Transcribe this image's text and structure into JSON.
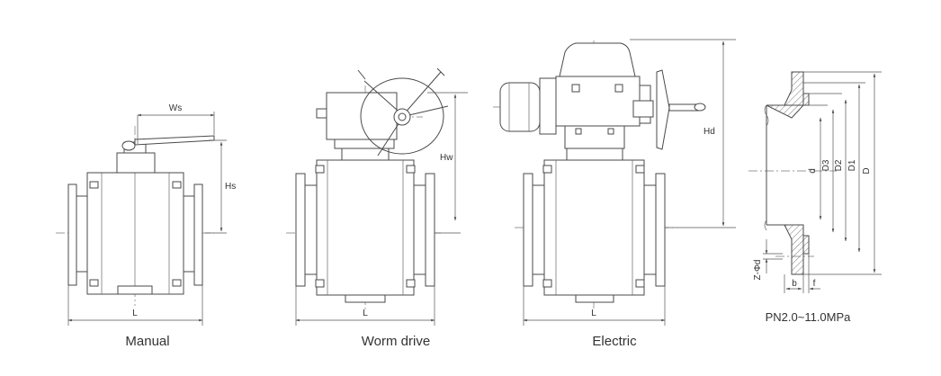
{
  "views": [
    {
      "id": "manual",
      "caption": "Manual",
      "dims": {
        "length": "L",
        "stem_width": "Ws",
        "stem_height": "Hs"
      }
    },
    {
      "id": "worm",
      "caption": "Worm drive",
      "dims": {
        "length": "L",
        "height": "Hw"
      }
    },
    {
      "id": "electric",
      "caption": "Electric",
      "dims": {
        "length": "L",
        "height": "Hd"
      }
    },
    {
      "id": "flange",
      "caption": "PN2.0~11.0MPa",
      "dims": {
        "bore": "d",
        "d3": "D3",
        "d2": "D2",
        "d1": "D1",
        "outer": "D",
        "bolt": "Z-Φd",
        "thickness": "b",
        "raised_face": "f"
      }
    }
  ]
}
